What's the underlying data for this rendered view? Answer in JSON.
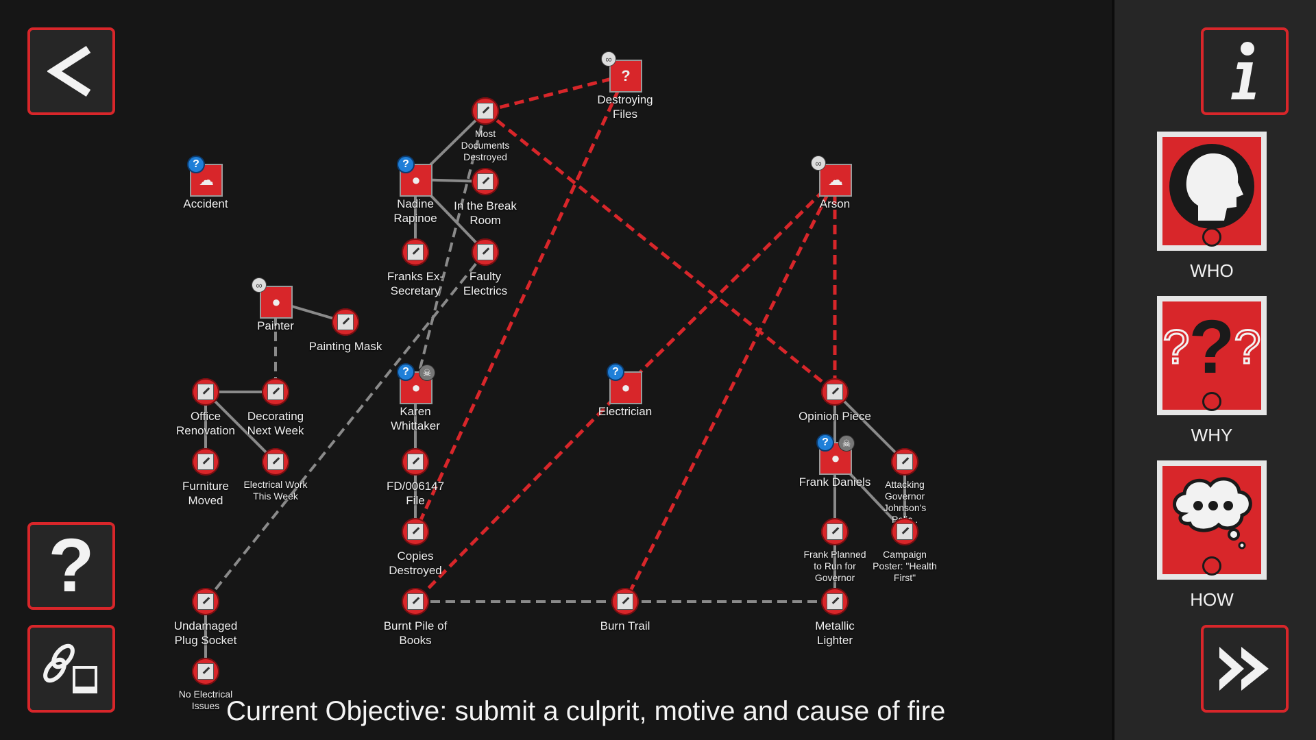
{
  "objective": "Current Objective: submit a culprit, motive and cause of fire",
  "buttons": {
    "back_icon": "chevron-left-icon",
    "help_icon": "question-mark-icon",
    "link_icon": "link-icon",
    "info_icon": "info-icon",
    "advance_icon": "fast-forward-icon"
  },
  "categories": [
    {
      "id": "who",
      "label": "WHO",
      "icon": "head-silhouette-icon"
    },
    {
      "id": "why",
      "label": "WHY",
      "icon": "question-marks-icon"
    },
    {
      "id": "how",
      "label": "HOW",
      "icon": "thought-bubble-icon"
    }
  ],
  "colors": {
    "accent_red": "#d8262a",
    "board_bg": "#161616",
    "panel_bg": "#262626",
    "link_gray": "#8a8a8a",
    "unknown_blue": "#1f7fd8"
  },
  "nodes": [
    {
      "id": "accident",
      "label": "Accident",
      "kind": "how",
      "question": true
    },
    {
      "id": "destroying_files",
      "label": "Destroying Files",
      "kind": "why",
      "link": true
    },
    {
      "id": "most_docs",
      "label": "Most Documents Destroyed",
      "kind": "clue",
      "small": true
    },
    {
      "id": "nadine",
      "label": "Nadine Rapinoe",
      "kind": "who",
      "question": true
    },
    {
      "id": "break_room",
      "label": "In the Break Room",
      "kind": "clue"
    },
    {
      "id": "franks_ex",
      "label": "Franks Ex-Secretary",
      "kind": "clue"
    },
    {
      "id": "faulty_electrics",
      "label": "Faulty Electrics",
      "kind": "clue"
    },
    {
      "id": "arson",
      "label": "Arson",
      "kind": "how",
      "link": true
    },
    {
      "id": "painter",
      "label": "Painter",
      "kind": "who",
      "link": true
    },
    {
      "id": "painting_mask",
      "label": "Painting Mask",
      "kind": "clue"
    },
    {
      "id": "office_renovation",
      "label": "Office Renovation",
      "kind": "clue"
    },
    {
      "id": "decorating",
      "label": "Decorating Next Week",
      "kind": "clue"
    },
    {
      "id": "karen",
      "label": "Karen Whittaker",
      "kind": "who",
      "question": true,
      "skull": true
    },
    {
      "id": "electrician",
      "label": "Electrician",
      "kind": "who",
      "question": true
    },
    {
      "id": "opinion_piece",
      "label": "Opinion Piece",
      "kind": "clue"
    },
    {
      "id": "furniture_moved",
      "label": "Furniture Moved",
      "kind": "clue"
    },
    {
      "id": "electrical_work",
      "label": "Electrical Work This Week",
      "kind": "clue",
      "small": true
    },
    {
      "id": "fd_file",
      "label": "FD/006147 File",
      "kind": "clue"
    },
    {
      "id": "frank",
      "label": "Frank Daniels",
      "kind": "who",
      "question": true,
      "skull": true
    },
    {
      "id": "attacking",
      "label": "Attacking Governor Johnson's Polic..",
      "kind": "clue",
      "small": true
    },
    {
      "id": "copies_destroyed",
      "label": "Copies Destroyed",
      "kind": "clue"
    },
    {
      "id": "frank_planned",
      "label": "Frank Planned to Run for Governor",
      "kind": "clue",
      "small": true
    },
    {
      "id": "campaign_poster",
      "label": "Campaign Poster: \"Health First\"",
      "kind": "clue",
      "small": true
    },
    {
      "id": "undamaged_plug",
      "label": "Undamaged Plug Socket",
      "kind": "clue"
    },
    {
      "id": "burnt_pile",
      "label": "Burnt Pile of Books",
      "kind": "clue"
    },
    {
      "id": "burn_trail",
      "label": "Burn Trail",
      "kind": "clue"
    },
    {
      "id": "metallic_lighter",
      "label": "Metallic Lighter",
      "kind": "clue"
    },
    {
      "id": "no_electrical",
      "label": "No Electrical Issues",
      "kind": "clue",
      "small": true
    }
  ],
  "links": [
    {
      "from": "most_docs",
      "to": "destroying_files",
      "style": "red-dashed"
    },
    {
      "from": "most_docs",
      "to": "opinion_piece",
      "style": "red-dashed"
    },
    {
      "from": "destroying_files",
      "to": "copies_destroyed",
      "style": "red-dashed"
    },
    {
      "from": "arson",
      "to": "electrician",
      "style": "red-dashed"
    },
    {
      "from": "arson",
      "to": "burn_trail",
      "style": "red-dashed"
    },
    {
      "from": "arson",
      "to": "opinion_piece",
      "style": "red-dashed"
    },
    {
      "from": "electrician",
      "to": "burnt_pile",
      "style": "red-dashed"
    },
    {
      "from": "most_docs",
      "to": "nadine",
      "style": "gray"
    },
    {
      "from": "nadine",
      "to": "break_room",
      "style": "gray"
    },
    {
      "from": "nadine",
      "to": "franks_ex",
      "style": "gray"
    },
    {
      "from": "nadine",
      "to": "faulty_electrics",
      "style": "gray"
    },
    {
      "from": "most_docs",
      "to": "karen",
      "style": "gray-dashed"
    },
    {
      "from": "faulty_electrics",
      "to": "undamaged_plug",
      "style": "gray-dashed"
    },
    {
      "from": "painter",
      "to": "painting_mask",
      "style": "gray"
    },
    {
      "from": "painter",
      "to": "decorating",
      "style": "gray-dashed"
    },
    {
      "from": "office_renovation",
      "to": "decorating",
      "style": "gray"
    },
    {
      "from": "office_renovation",
      "to": "furniture_moved",
      "style": "gray"
    },
    {
      "from": "office_renovation",
      "to": "electrical_work",
      "style": "gray"
    },
    {
      "from": "karen",
      "to": "fd_file",
      "style": "gray"
    },
    {
      "from": "fd_file",
      "to": "copies_destroyed",
      "style": "gray"
    },
    {
      "from": "opinion_piece",
      "to": "frank",
      "style": "gray"
    },
    {
      "from": "opinion_piece",
      "to": "attacking",
      "style": "gray"
    },
    {
      "from": "frank",
      "to": "frank_planned",
      "style": "gray"
    },
    {
      "from": "frank",
      "to": "campaign_poster",
      "style": "gray"
    },
    {
      "from": "attacking",
      "to": "campaign_poster",
      "style": "gray"
    },
    {
      "from": "frank_planned",
      "to": "metallic_lighter",
      "style": "gray"
    },
    {
      "from": "undamaged_plug",
      "to": "no_electrical",
      "style": "gray"
    },
    {
      "from": "burnt_pile",
      "to": "metallic_lighter",
      "style": "gray-dashed"
    }
  ]
}
